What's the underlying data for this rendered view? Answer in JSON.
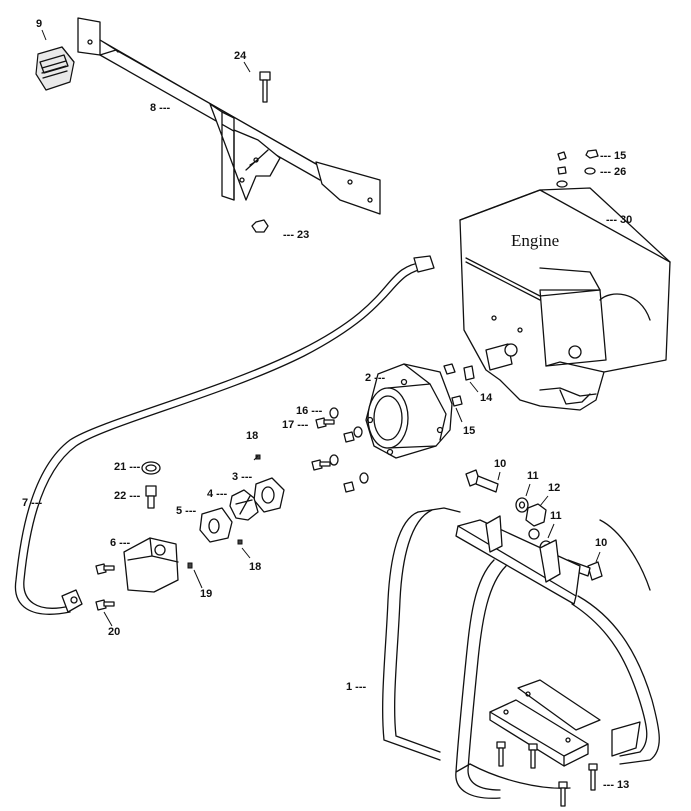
{
  "engine_text": "Engine",
  "callouts": [
    {
      "id": "9",
      "text": "9"
    },
    {
      "id": "24",
      "text": "24"
    },
    {
      "id": "8",
      "text": "8 ---"
    },
    {
      "id": "23",
      "text": "--- 23"
    },
    {
      "id": "15a",
      "text": "--- 15"
    },
    {
      "id": "26",
      "text": "--- 26"
    },
    {
      "id": "30",
      "text": "--- 30"
    },
    {
      "id": "2",
      "text": "2 ---"
    },
    {
      "id": "14",
      "text": "14"
    },
    {
      "id": "15b",
      "text": "15"
    },
    {
      "id": "16",
      "text": "16 ---"
    },
    {
      "id": "17",
      "text": "17 ---"
    },
    {
      "id": "18a",
      "text": "18"
    },
    {
      "id": "3",
      "text": "3 ---"
    },
    {
      "id": "21",
      "text": "21 ---"
    },
    {
      "id": "4",
      "text": "4 ---"
    },
    {
      "id": "22",
      "text": "22 ---"
    },
    {
      "id": "5",
      "text": "5 ---"
    },
    {
      "id": "7",
      "text": "7 ---"
    },
    {
      "id": "6",
      "text": "6 ---"
    },
    {
      "id": "18b",
      "text": "18"
    },
    {
      "id": "19",
      "text": "19"
    },
    {
      "id": "20",
      "text": "20"
    },
    {
      "id": "10a",
      "text": "10"
    },
    {
      "id": "11a",
      "text": "11"
    },
    {
      "id": "12",
      "text": "12"
    },
    {
      "id": "11b",
      "text": "11"
    },
    {
      "id": "10b",
      "text": "10"
    },
    {
      "id": "1",
      "text": "1 ---"
    },
    {
      "id": "13",
      "text": "--- 13"
    }
  ]
}
